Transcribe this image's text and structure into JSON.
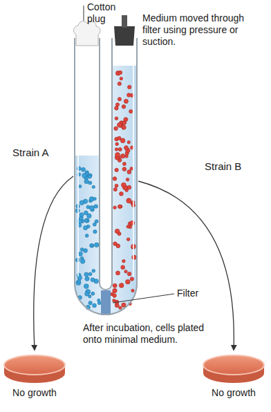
{
  "diagram": {
    "labels": [
      "Cotton plug",
      "Medium moved through filter using pressure or suction.",
      "Strain A",
      "Strain B",
      "Filter",
      "After incubation, cells plated onto minimal medium.",
      "No growth",
      "No growth"
    ]
  }
}
